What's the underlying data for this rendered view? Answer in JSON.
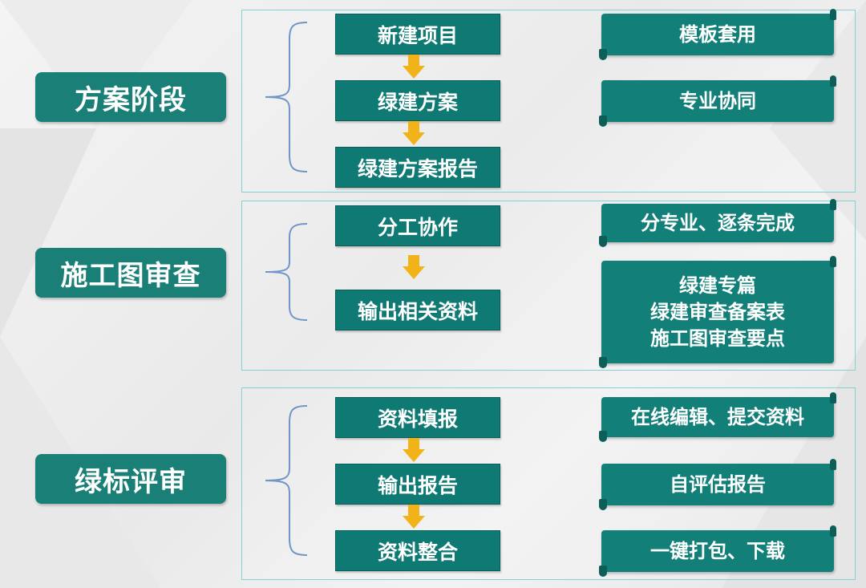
{
  "stages": [
    {
      "label": "方案阶段",
      "steps": [
        "新建项目",
        "绿建方案",
        "绿建方案报告"
      ],
      "features": [
        [
          "模板套用"
        ],
        [
          "专业协同"
        ]
      ]
    },
    {
      "label": "施工图审查",
      "steps": [
        "分工协作",
        "输出相关资料"
      ],
      "features": [
        [
          "分专业、逐条完成"
        ],
        [
          "绿建专篇",
          "绿建审查备案表",
          "施工图审查要点"
        ]
      ]
    },
    {
      "label": "绿标评审",
      "steps": [
        "资料填报",
        "输出报告",
        "资料整合"
      ],
      "features": [
        [
          "在线编辑、提交资料"
        ],
        [
          "自评估报告"
        ],
        [
          "一键打包、下载"
        ]
      ]
    }
  ],
  "colors": {
    "box_fill": "#0f7a73",
    "arrow": "#f2b21a",
    "panel_border": "#7fd3d6",
    "brace": "#6f95c9"
  }
}
